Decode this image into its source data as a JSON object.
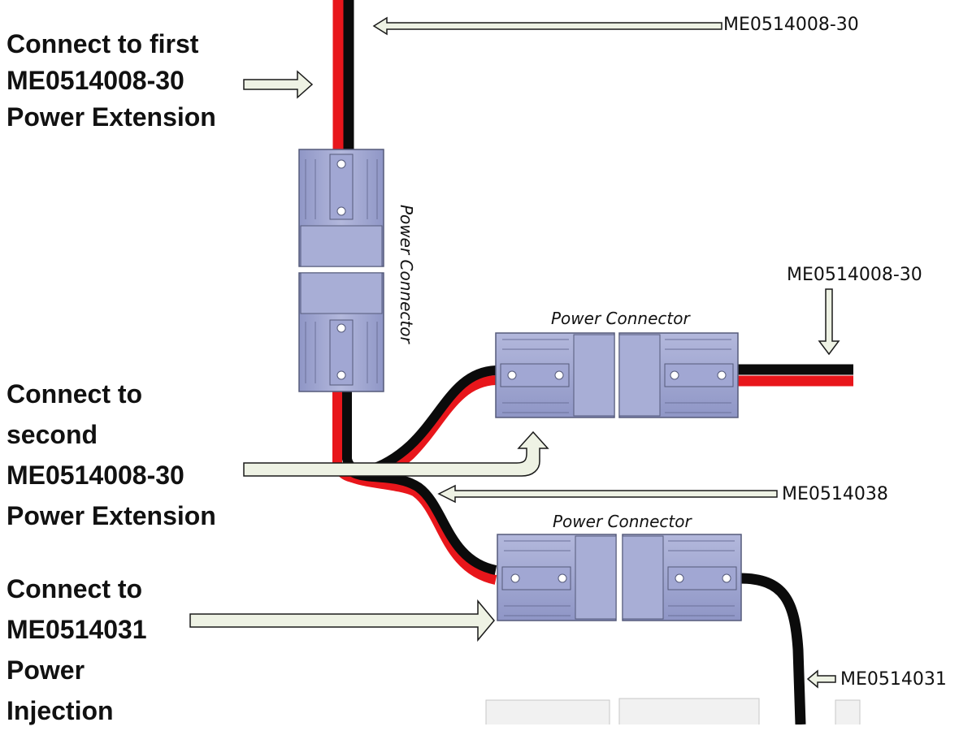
{
  "instructions": {
    "first": [
      "Connect to first",
      "ME0514008-30",
      "Power Extension"
    ],
    "second": [
      "Connect to",
      "second",
      "ME0514008-30",
      "Power Extension"
    ],
    "injection": [
      "Connect to",
      "ME0514031",
      "Power",
      "Injection"
    ]
  },
  "part_labels": {
    "top_cable": "ME0514008-30",
    "right_cable": "ME0514008-30",
    "middle_cable": "ME0514038",
    "bottom_cable": "ME0514031"
  },
  "connector_labels": {
    "vertical": "Power Connector",
    "upper_right": "Power Connector",
    "lower_right": "Power Connector"
  },
  "colors": {
    "connector": "#9ba2cf",
    "red_wire": "#e8161b",
    "black_wire": "#0b0b0b",
    "arrow_fill": "#eef2e4"
  }
}
